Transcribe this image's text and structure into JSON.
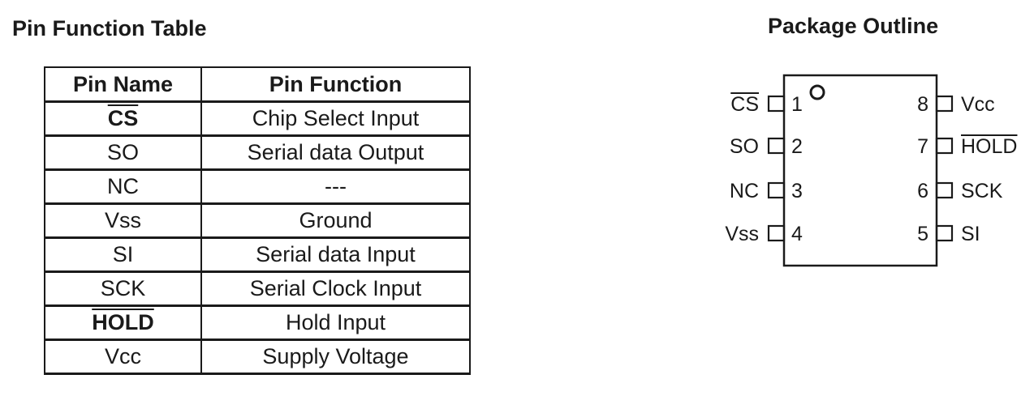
{
  "headings": {
    "table": "Pin Function Table",
    "package": "Package Outline"
  },
  "table": {
    "headers": [
      "Pin Name",
      "Pin Function"
    ],
    "rows": [
      {
        "name": "CS",
        "function": "Chip Select Input",
        "overline": true,
        "bold": true
      },
      {
        "name": "SO",
        "function": "Serial data Output",
        "overline": false,
        "bold": false
      },
      {
        "name": "NC",
        "function": "---",
        "overline": false,
        "bold": false
      },
      {
        "name": "Vss",
        "function": "Ground",
        "overline": false,
        "bold": false
      },
      {
        "name": "SI",
        "function": "Serial data Input",
        "overline": false,
        "bold": false
      },
      {
        "name": "SCK",
        "function": "Serial Clock Input",
        "overline": false,
        "bold": false
      },
      {
        "name": "HOLD",
        "function": "Hold Input",
        "overline": true,
        "bold": true
      },
      {
        "name": "Vcc",
        "function": "Supply Voltage",
        "overline": false,
        "bold": false
      }
    ]
  },
  "package": {
    "left_pins": [
      {
        "number": "1",
        "label": "CS",
        "overline": true
      },
      {
        "number": "2",
        "label": "SO",
        "overline": false
      },
      {
        "number": "3",
        "label": "NC",
        "overline": false
      },
      {
        "number": "4",
        "label": "Vss",
        "overline": false
      }
    ],
    "right_pins": [
      {
        "number": "8",
        "label": "Vcc",
        "overline": false
      },
      {
        "number": "7",
        "label": "HOLD",
        "overline": true
      },
      {
        "number": "6",
        "label": "SCK",
        "overline": false
      },
      {
        "number": "5",
        "label": "SI",
        "overline": false
      }
    ]
  }
}
